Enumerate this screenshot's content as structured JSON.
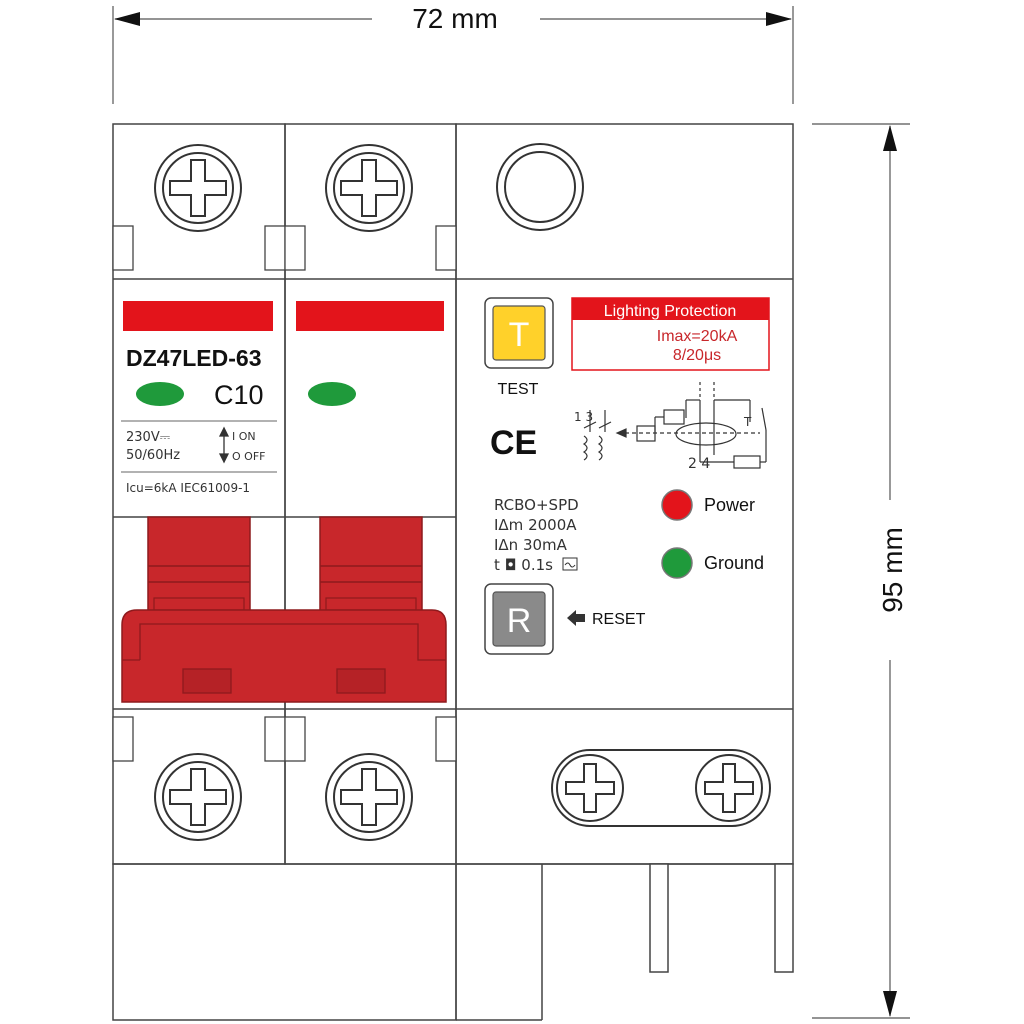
{
  "dimensions": {
    "width_label": "72 mm",
    "height_label": "95 mm"
  },
  "breaker": {
    "model": "DZ47LED-63",
    "rating": "C10",
    "voltage": "230V⎓",
    "frequency": "50/60Hz",
    "on_label": "I  ON",
    "off_label": "O  OFF",
    "standard": "Icu=6kA  IEC61009-1"
  },
  "protection": {
    "header": "Lighting Protection",
    "imax": "Imax=20kA",
    "waveform": "8/20μs"
  },
  "test": {
    "button_letter": "T",
    "label": "TEST"
  },
  "ce_mark": "CE",
  "specs": {
    "line1": "RCBO+SPD",
    "line2": "IΔm 2000A",
    "line3": "IΔn 30mA",
    "line4": "t ◘ 0.1s"
  },
  "indicators": {
    "power": "Power",
    "ground": "Ground"
  },
  "reset": {
    "button_letter": "R",
    "label": "RESET"
  },
  "schematic": {
    "top_terminals": "1  3",
    "bottom_terminals": "2  4",
    "test_label": "T"
  },
  "colors": {
    "red": "#e3141b",
    "dark_red": "#c8272b",
    "green": "#1f9a3b",
    "yellow": "#ffd12a",
    "grey_button": "#8a8a8a",
    "outline": "#444444"
  }
}
